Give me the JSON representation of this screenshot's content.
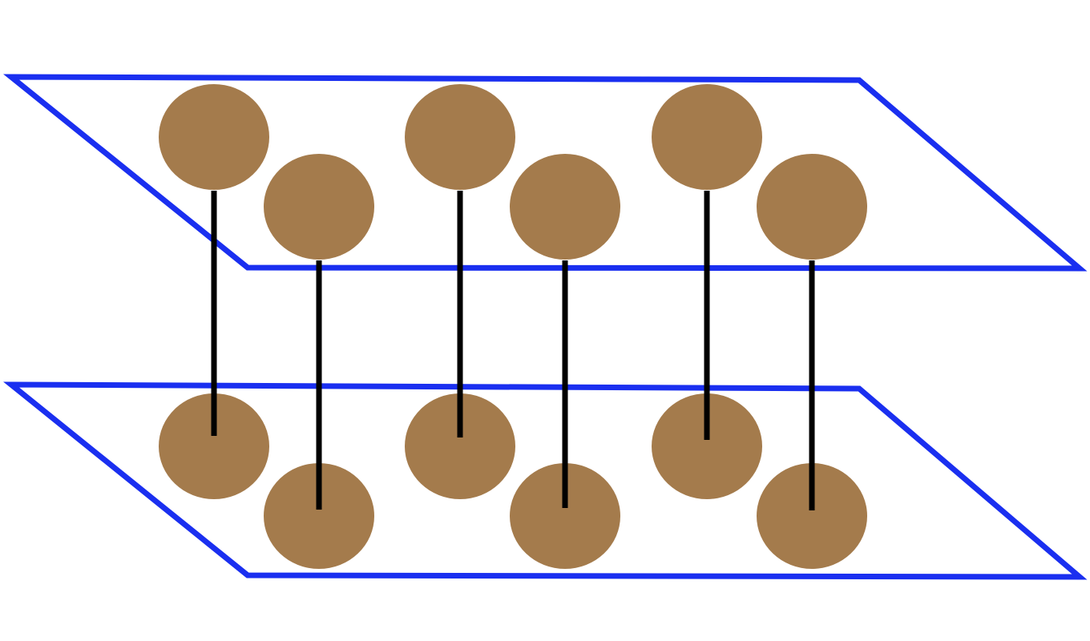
{
  "diagram": {
    "description_visible_text": "",
    "colors": {
      "plane_stroke": "#1a2ff0",
      "sphere_fill": "#a47b4c",
      "rod_stroke": "#000000",
      "background": "#ffffff"
    },
    "planes": [
      {
        "id": "upper-plane"
      },
      {
        "id": "lower-plane"
      }
    ],
    "pillars": [
      {
        "id": "pillar-1",
        "row": "back"
      },
      {
        "id": "pillar-2",
        "row": "front"
      },
      {
        "id": "pillar-3",
        "row": "back"
      },
      {
        "id": "pillar-4",
        "row": "front"
      },
      {
        "id": "pillar-5",
        "row": "back"
      },
      {
        "id": "pillar-6",
        "row": "front"
      }
    ]
  }
}
